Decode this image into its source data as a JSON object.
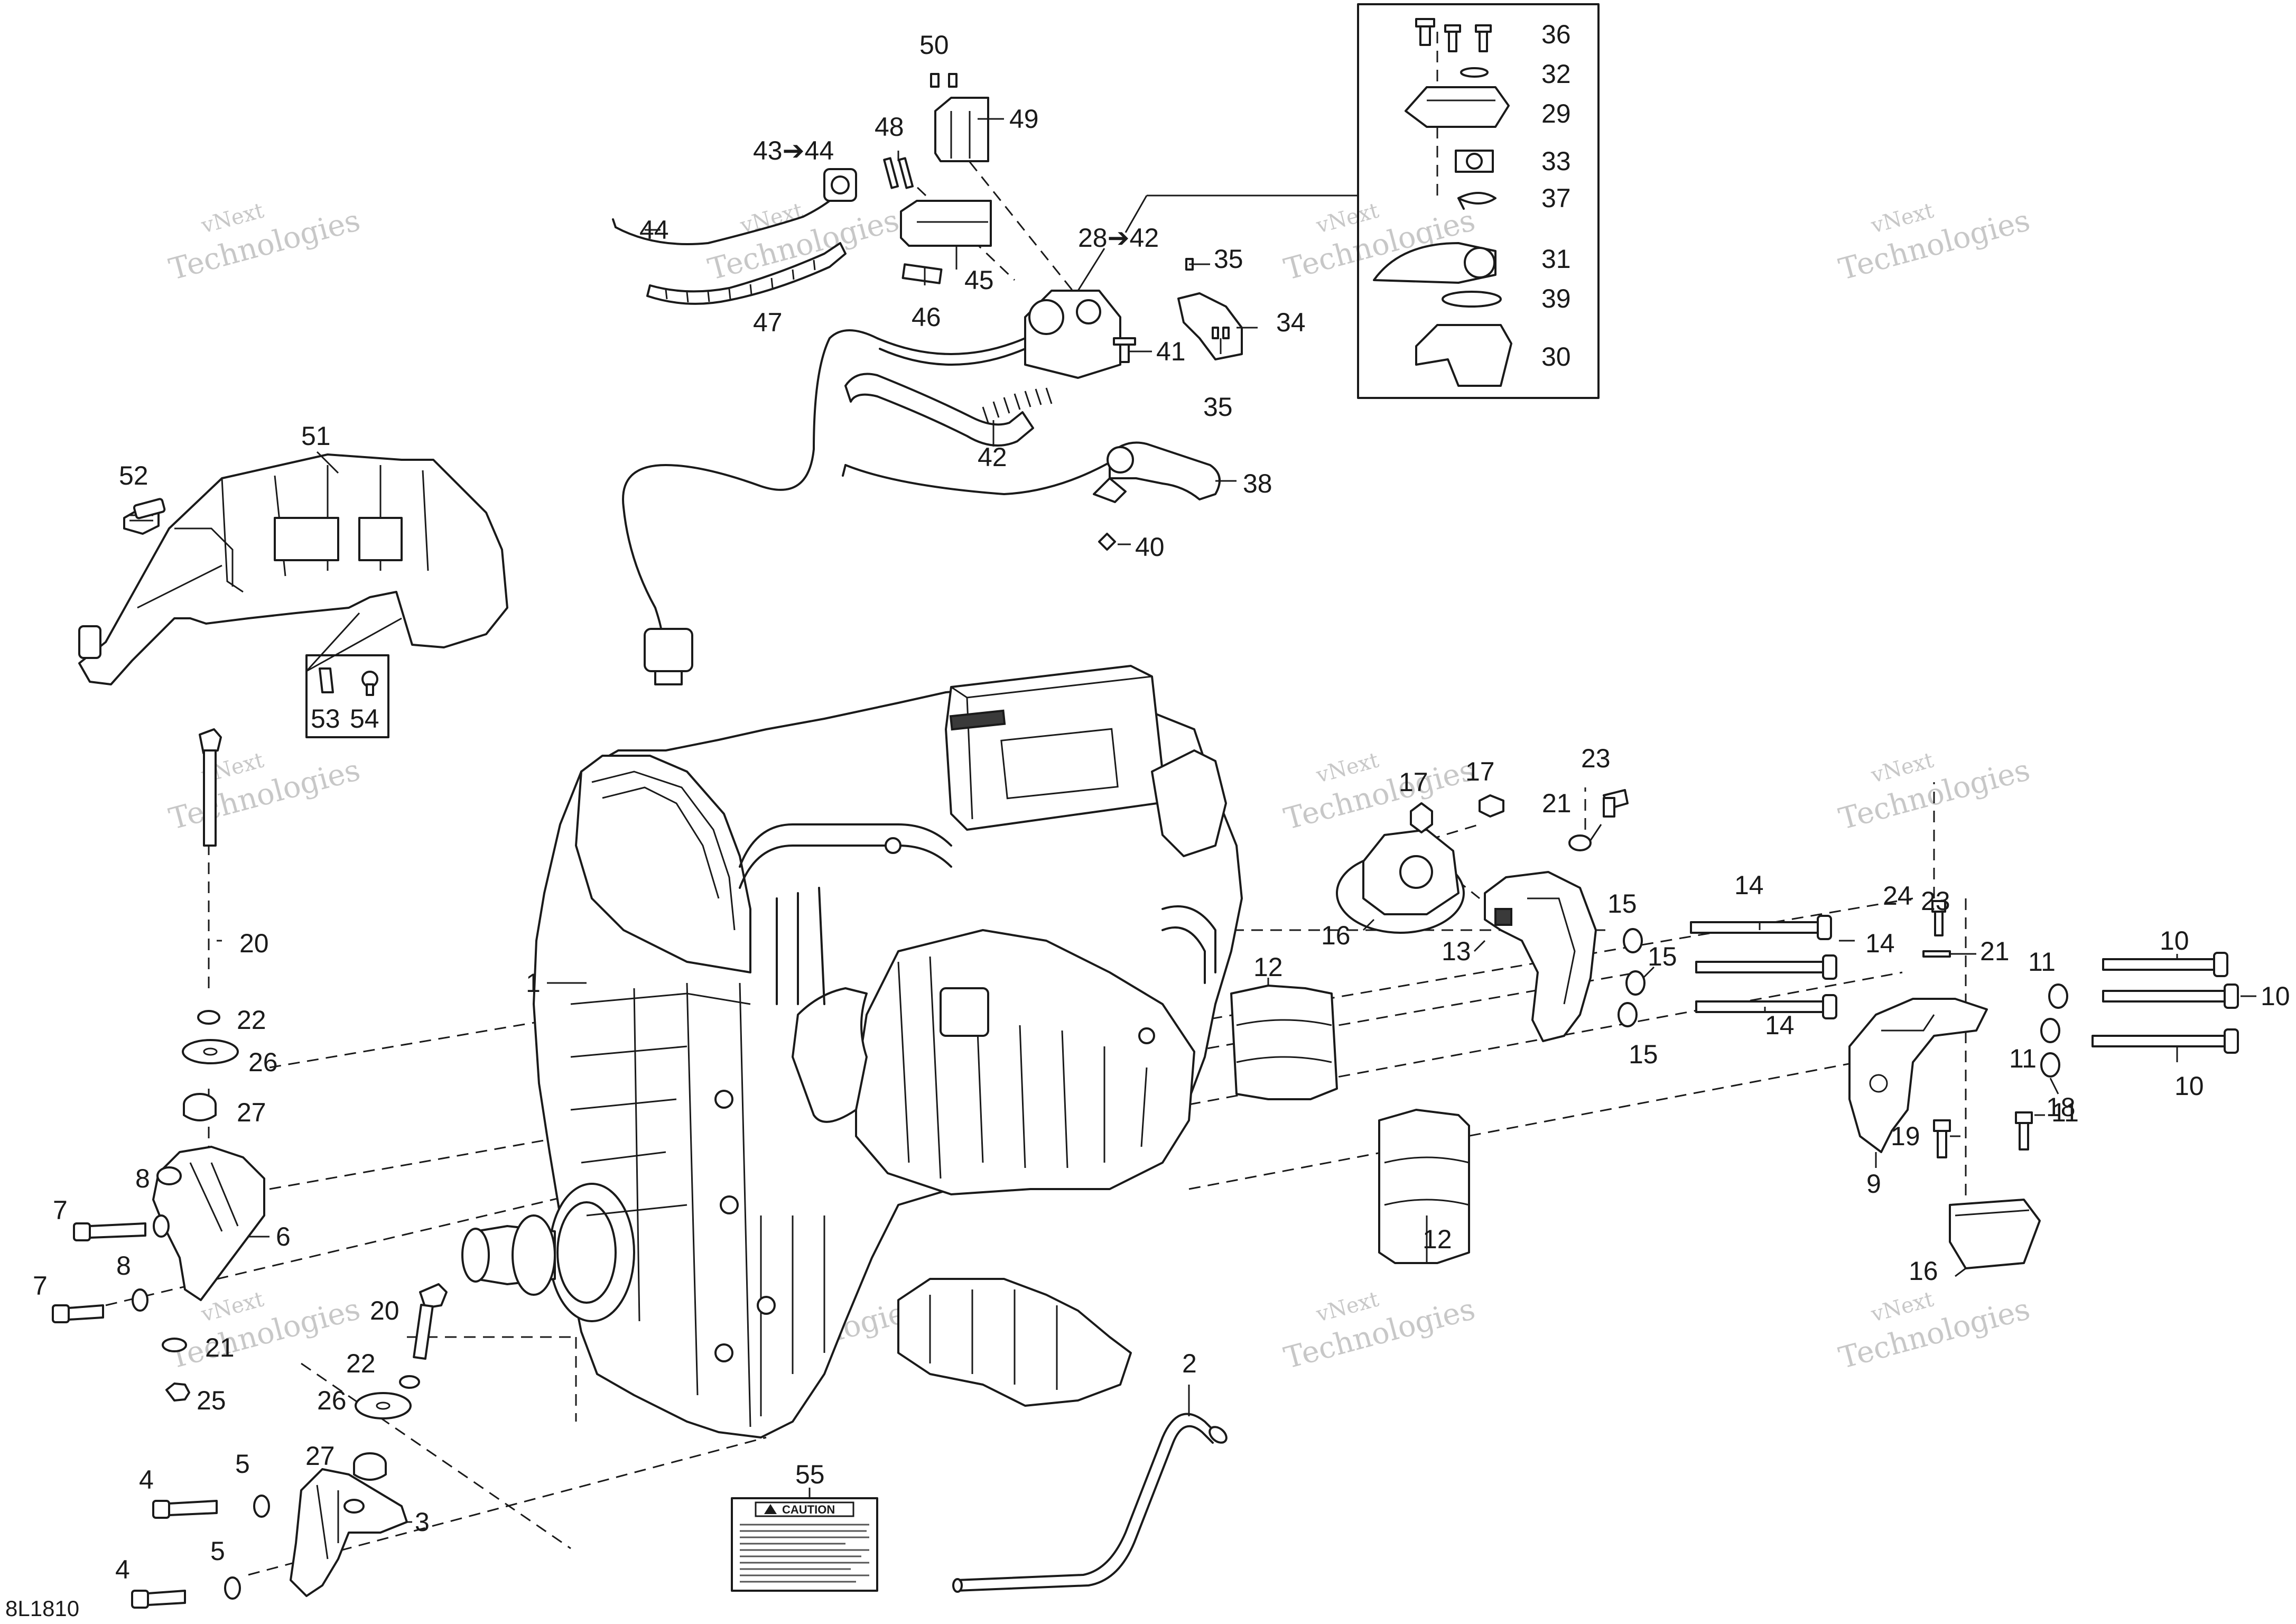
{
  "drawing_number": "8L1810",
  "watermark": {
    "line1": "vNext",
    "line2": "Technologies",
    "combined": "vNext Technologies"
  },
  "caution_label": {
    "title": "CAUTION",
    "part_no": "55"
  },
  "callouts": {
    "c1": "1",
    "c2": "2",
    "c3": "3",
    "c4a": "4",
    "c4b": "4",
    "c5a": "5",
    "c5b": "5",
    "c6": "6",
    "c7a": "7",
    "c7b": "7",
    "c8a": "8",
    "c8b": "8",
    "c9": "9",
    "c10a": "10",
    "c10b": "10",
    "c10c": "10",
    "c11a": "11",
    "c11b": "11",
    "c11c": "11",
    "c12a": "12",
    "c12b": "12",
    "c13": "13",
    "c14a": "14",
    "c14b": "14",
    "c14c": "14",
    "c15a": "15",
    "c15b": "15",
    "c15c": "15",
    "c16a": "16",
    "c16b": "16",
    "c17a": "17",
    "c17b": "17",
    "c18": "18",
    "c19": "19",
    "c20a": "20",
    "c20b": "20",
    "c21a": "21",
    "c21b": "21",
    "c21c": "21",
    "c22a": "22",
    "c22b": "22",
    "c23a": "23",
    "c23b": "23",
    "c24": "24",
    "c25": "25",
    "c26a": "26",
    "c26b": "26",
    "c27a": "27",
    "c27b": "27",
    "c28": "28➔42",
    "c29": "29",
    "c30": "30",
    "c31": "31",
    "c32": "32",
    "c33": "33",
    "c34": "34",
    "c35a": "35",
    "c35b": "35",
    "c36": "36",
    "c37": "37",
    "c38": "38",
    "c39": "39",
    "c40": "40",
    "c41": "41",
    "c42": "42",
    "c43": "43➔44",
    "c44": "44",
    "c45": "45",
    "c46": "46",
    "c47": "47",
    "c48": "48",
    "c49": "49",
    "c50": "50",
    "c51": "51",
    "c52": "52",
    "c53": "53",
    "c54": "54",
    "c55": "55"
  }
}
